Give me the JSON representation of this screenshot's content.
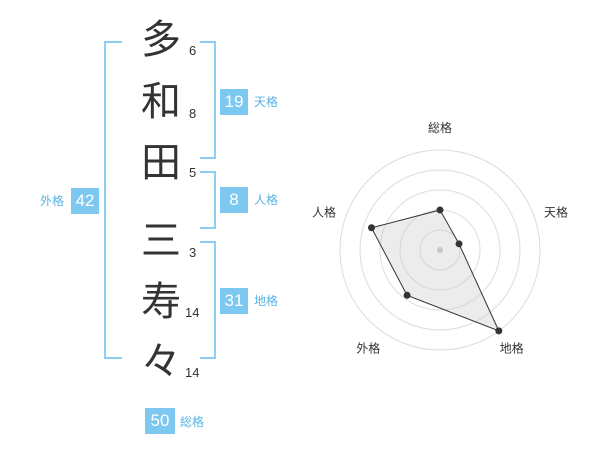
{
  "name": {
    "characters": [
      {
        "char": "多",
        "strokes": "6"
      },
      {
        "char": "和",
        "strokes": "8"
      },
      {
        "char": "田",
        "strokes": "5"
      },
      {
        "char": "三",
        "strokes": "3"
      },
      {
        "char": "寿",
        "strokes": "14"
      },
      {
        "char": "々",
        "strokes": "14"
      }
    ]
  },
  "kakusu": {
    "tenkaku": {
      "value": "19",
      "label": "天格"
    },
    "jinkaku": {
      "value": "8",
      "label": "人格"
    },
    "chikaku": {
      "value": "31",
      "label": "地格"
    },
    "gaikaku": {
      "value": "42",
      "label": "外格"
    },
    "soukaku": {
      "value": "50",
      "label": "総格"
    }
  },
  "colors": {
    "accent": "#7cc8f0",
    "bracket": "#8ccdf2",
    "text": "#333333"
  },
  "chart_data": {
    "type": "radar",
    "axes": [
      "総格",
      "天格",
      "地格",
      "外格",
      "人格"
    ],
    "series": [
      {
        "values": [
          2,
          1,
          5,
          2.8,
          3.6
        ]
      }
    ],
    "scale": {
      "rings": 5,
      "max": 5
    }
  }
}
